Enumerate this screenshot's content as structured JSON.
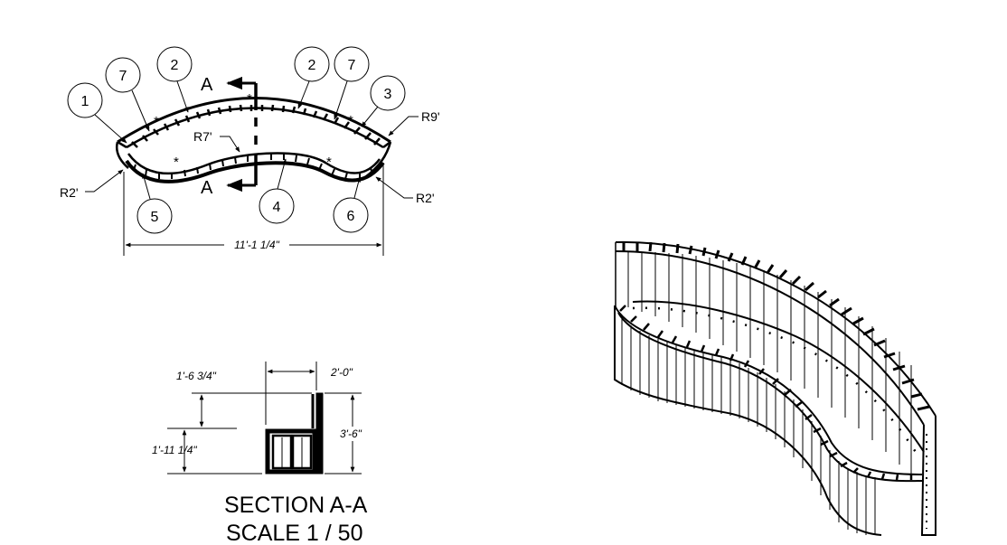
{
  "plan_view": {
    "callouts": [
      "1",
      "7",
      "2",
      "2",
      "7",
      "3",
      "5",
      "4",
      "6"
    ],
    "section_marks": [
      "A",
      "A"
    ],
    "radius_labels": {
      "r7": "R7'",
      "r9": "R9'",
      "r2_left": "R2'",
      "r2_right": "R2'"
    },
    "overall_length": "11'-1 1/4\""
  },
  "section_view": {
    "dim_top_width": "2'-0\"",
    "dim_upper_height": "1'-6 3/4\"",
    "dim_lower_height": "1'-11 1/4\"",
    "dim_total_height": "3'-6\"",
    "title": "SECTION A-A",
    "scale": "SCALE 1 / 50"
  },
  "colors": {
    "line": "#000000",
    "background": "#ffffff"
  }
}
